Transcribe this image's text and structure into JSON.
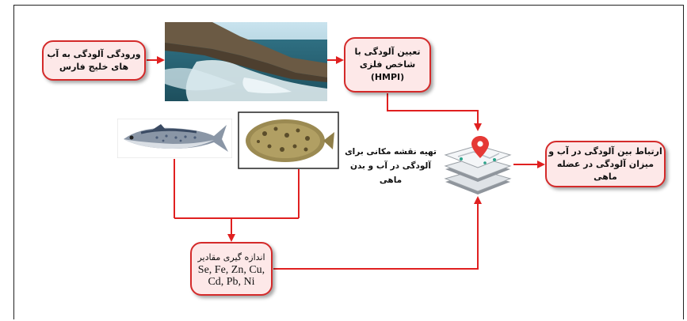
{
  "boxes": {
    "input": {
      "line1": "ورودگی آلودگی به آب",
      "line2": "های خلیج فارس"
    },
    "hmpi": {
      "line1": "تعیین آلودگی با",
      "line2": "شاخص فلزی",
      "line3": "(HMPI)"
    },
    "relation": {
      "line1": "ارتباط بین آلودگی در آب و",
      "line2": "میزان آلودگی در عضله ماهی"
    },
    "measure": {
      "title": "اندازه گیری مقادیر",
      "metals1": "Se, Fe, Zn, Cu,",
      "metals2": "Cd, Pb, Ni"
    }
  },
  "caption": {
    "line1": "تهیه نقشه مکانی برای",
    "line2": "آلودگی در آب و بدن ماهی"
  },
  "colors": {
    "arrow": "#e02020",
    "box_fill": "#fde8e8",
    "box_border": "#d42a2a"
  },
  "images": {
    "sea": "sea-coast-photo",
    "mackerel": "mackerel-fish-photo",
    "flounder": "flounder-fish-photo",
    "map": "map-layers-icon"
  }
}
